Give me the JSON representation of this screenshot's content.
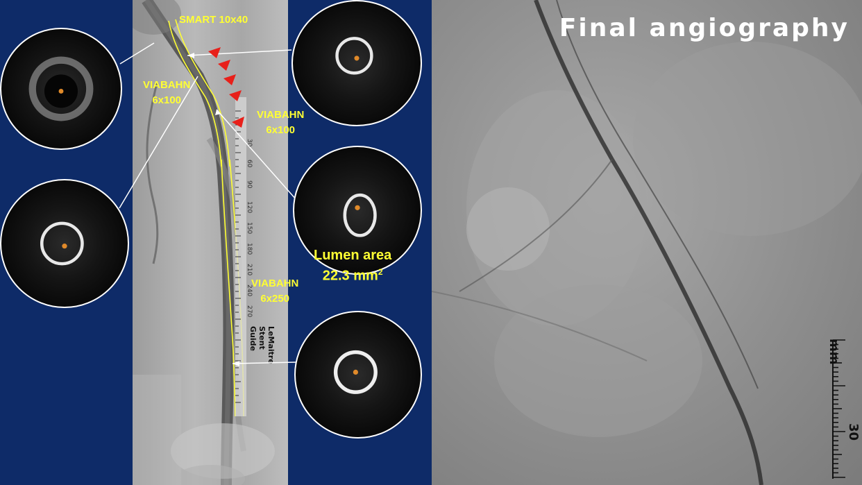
{
  "left_panel": {
    "labels": {
      "smart": "SMART 10x40",
      "viabahn_left_1": "VIABAHN",
      "viabahn_left_2": "6x100",
      "viabahn_right_1": "VIABAHN",
      "viabahn_right_2": "6x100",
      "viabahn_low_1": "VIABAHN",
      "viabahn_low_2": "6x250",
      "lumen_1": "Lumen area",
      "lumen_2": "22.3 mm",
      "lumen_sup": "2"
    },
    "ruler_label": "LeMaitre Stent Guide",
    "ruler_numbers": [
      "30",
      "60",
      "90",
      "120",
      "150",
      "180",
      "210",
      "240",
      "270"
    ]
  },
  "right_panel": {
    "title": "Final angiography",
    "scale_unit": "mm",
    "scale_value": "30"
  },
  "colors": {
    "background_blue": "#0e2b68",
    "label_yellow": "#ffff33",
    "arrow_red": "#e8201a",
    "stent_outline": "#ffff33"
  }
}
